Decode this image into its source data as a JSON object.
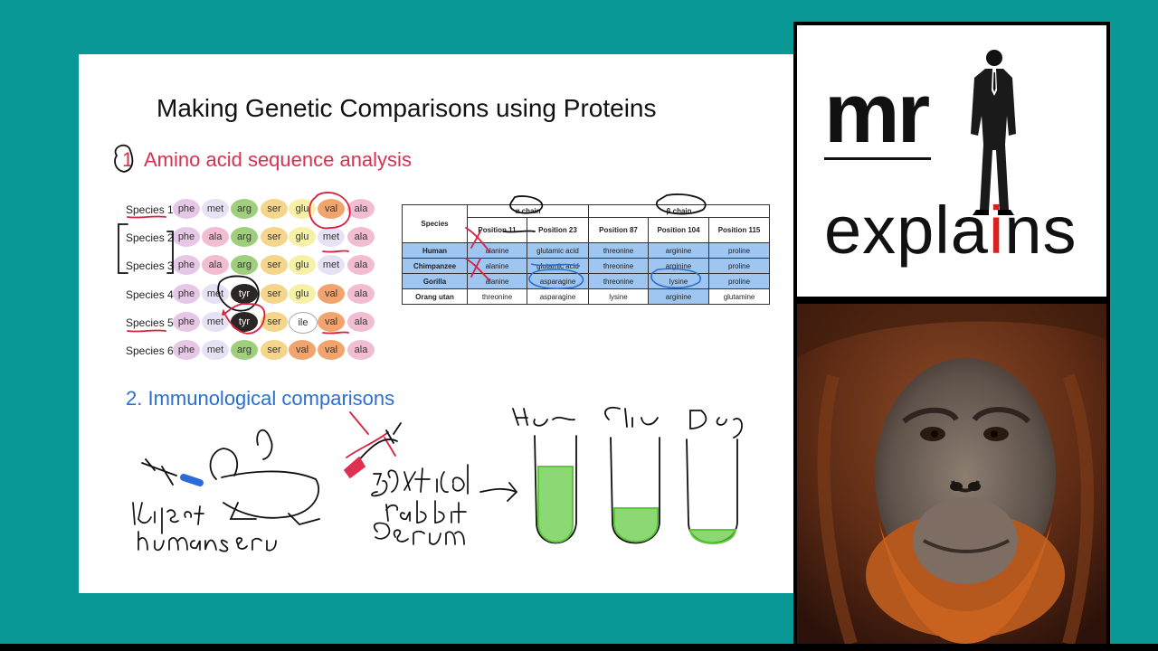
{
  "slide": {
    "title": "Making Genetic Comparisons using Proteins",
    "section1": {
      "number": "1",
      "title": "Amino acid sequence analysis"
    },
    "section2": {
      "title": "2. Immunological comparisons"
    }
  },
  "species": [
    {
      "label": "Species 1",
      "aa": [
        "phe",
        "met",
        "arg",
        "ser",
        "glu",
        "val",
        "ala"
      ]
    },
    {
      "label": "Species 2",
      "aa": [
        "phe",
        "ala",
        "arg",
        "ser",
        "glu",
        "met",
        "ala"
      ]
    },
    {
      "label": "Species 3",
      "aa": [
        "phe",
        "ala",
        "arg",
        "ser",
        "glu",
        "met",
        "ala"
      ]
    },
    {
      "label": "Species 4",
      "aa": [
        "phe",
        "met",
        "tyr",
        "ser",
        "glu",
        "val",
        "ala"
      ]
    },
    {
      "label": "Species 5",
      "aa": [
        "phe",
        "met",
        "tyr",
        "ser",
        "ile",
        "val",
        "ala"
      ]
    },
    {
      "label": "Species 6",
      "aa": [
        "phe",
        "met",
        "arg",
        "ser",
        "val",
        "val",
        "ala"
      ]
    }
  ],
  "aa_colors": {
    "phe": "#e6c8e6",
    "met": "#e6e2f4",
    "arg": "#9fce7c",
    "ser": "#f5d58a",
    "glu": "#f7f1a8",
    "val": "#f2a46e",
    "ala": "#f2bdd2",
    "tyr": "#2a2626",
    "ile": "#ffffff"
  },
  "table": {
    "species_header": "Species",
    "alpha_header": "α chain",
    "beta_header": "β chain",
    "positions": [
      "Position 11",
      "Position 23",
      "Position 87",
      "Position 104",
      "Position 115"
    ],
    "rows": [
      {
        "name": "Human",
        "cells": [
          "alanine",
          "glutamic acid",
          "threonine",
          "arginine",
          "proline"
        ]
      },
      {
        "name": "Chimpanzee",
        "cells": [
          "alanine",
          "glutamic acid",
          "threonine",
          "arginine",
          "proline"
        ]
      },
      {
        "name": "Gorilla",
        "cells": [
          "alanine",
          "asparagine",
          "threonine",
          "lysine",
          "proline"
        ]
      },
      {
        "name": "Orang utan",
        "cells": [
          "threonine",
          "asparagine",
          "lysine",
          "arginine",
          "glutamine"
        ]
      }
    ]
  },
  "handwriting": {
    "tube_labels": "Human Chimp Dog",
    "step1": "1) inject human serum",
    "step2": "2) extract rabbit serum"
  },
  "logo": {
    "mr": "mr",
    "explains_a": "expla",
    "explains_i": "i",
    "explains_b": "ns"
  },
  "colors": {
    "background": "#0a9896",
    "red": "#d9304f",
    "blue": "#2a6fd1",
    "highlight": "#9ec6f0"
  }
}
